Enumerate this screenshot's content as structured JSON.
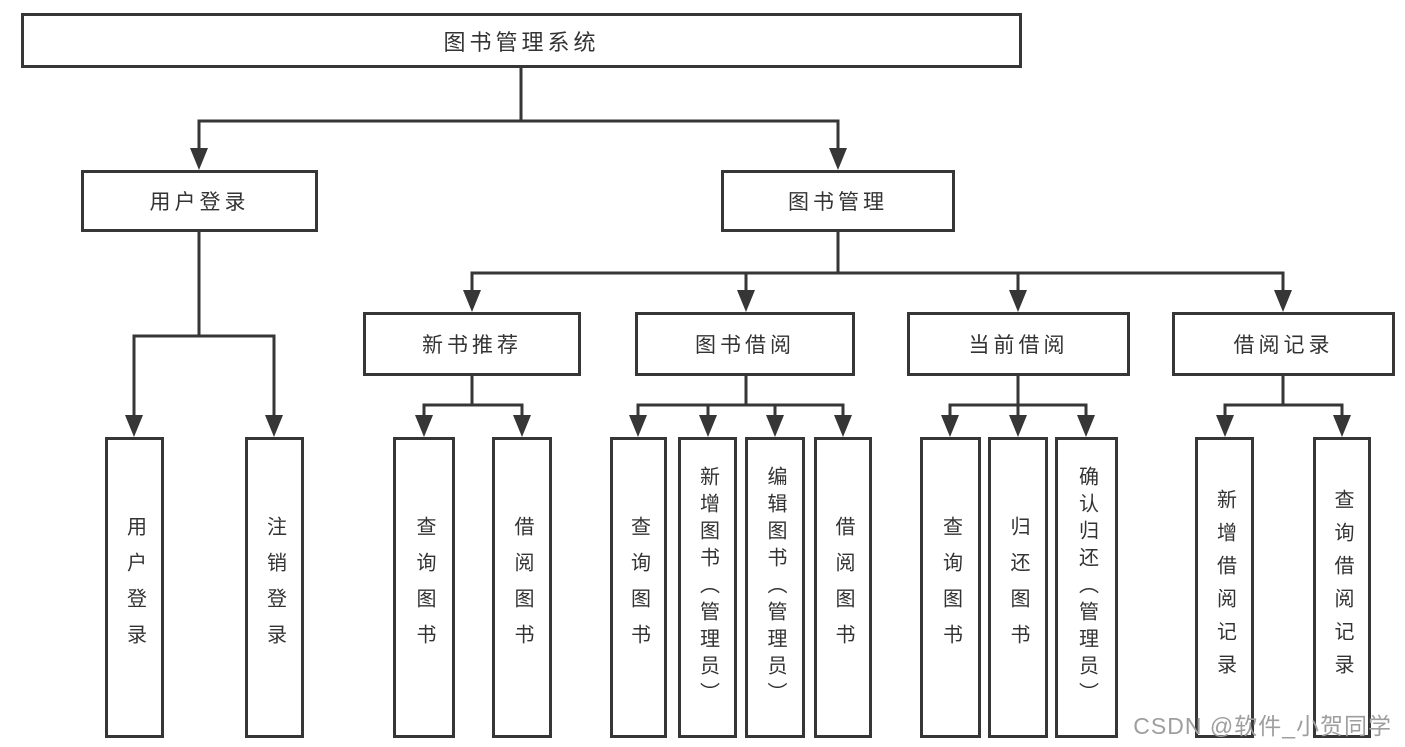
{
  "tree": {
    "label": "图书管理系统",
    "children": [
      {
        "label": "用户登录",
        "children": [
          {
            "label": "用户登录"
          },
          {
            "label": "注销登录"
          }
        ]
      },
      {
        "label": "图书管理",
        "children": [
          {
            "label": "新书推荐",
            "children": [
              {
                "label": "查询图书"
              },
              {
                "label": "借阅图书"
              }
            ]
          },
          {
            "label": "图书借阅",
            "children": [
              {
                "label": "查询图书"
              },
              {
                "label": "新增图书（管理员）"
              },
              {
                "label": "编辑图书（管理员）"
              },
              {
                "label": "借阅图书"
              }
            ]
          },
          {
            "label": "当前借阅",
            "children": [
              {
                "label": "查询图书"
              },
              {
                "label": "归还图书"
              },
              {
                "label": "确认归还（管理员）"
              }
            ]
          },
          {
            "label": "借阅记录",
            "children": [
              {
                "label": "新增借阅记录"
              },
              {
                "label": "查询借阅记录"
              }
            ]
          }
        ]
      }
    ]
  },
  "watermark": "CSDN @软件_小贺同学",
  "colors": {
    "line": "#363636",
    "text": "#333333",
    "node_background": "#ffffff",
    "watermark": "#9e9e9e"
  }
}
